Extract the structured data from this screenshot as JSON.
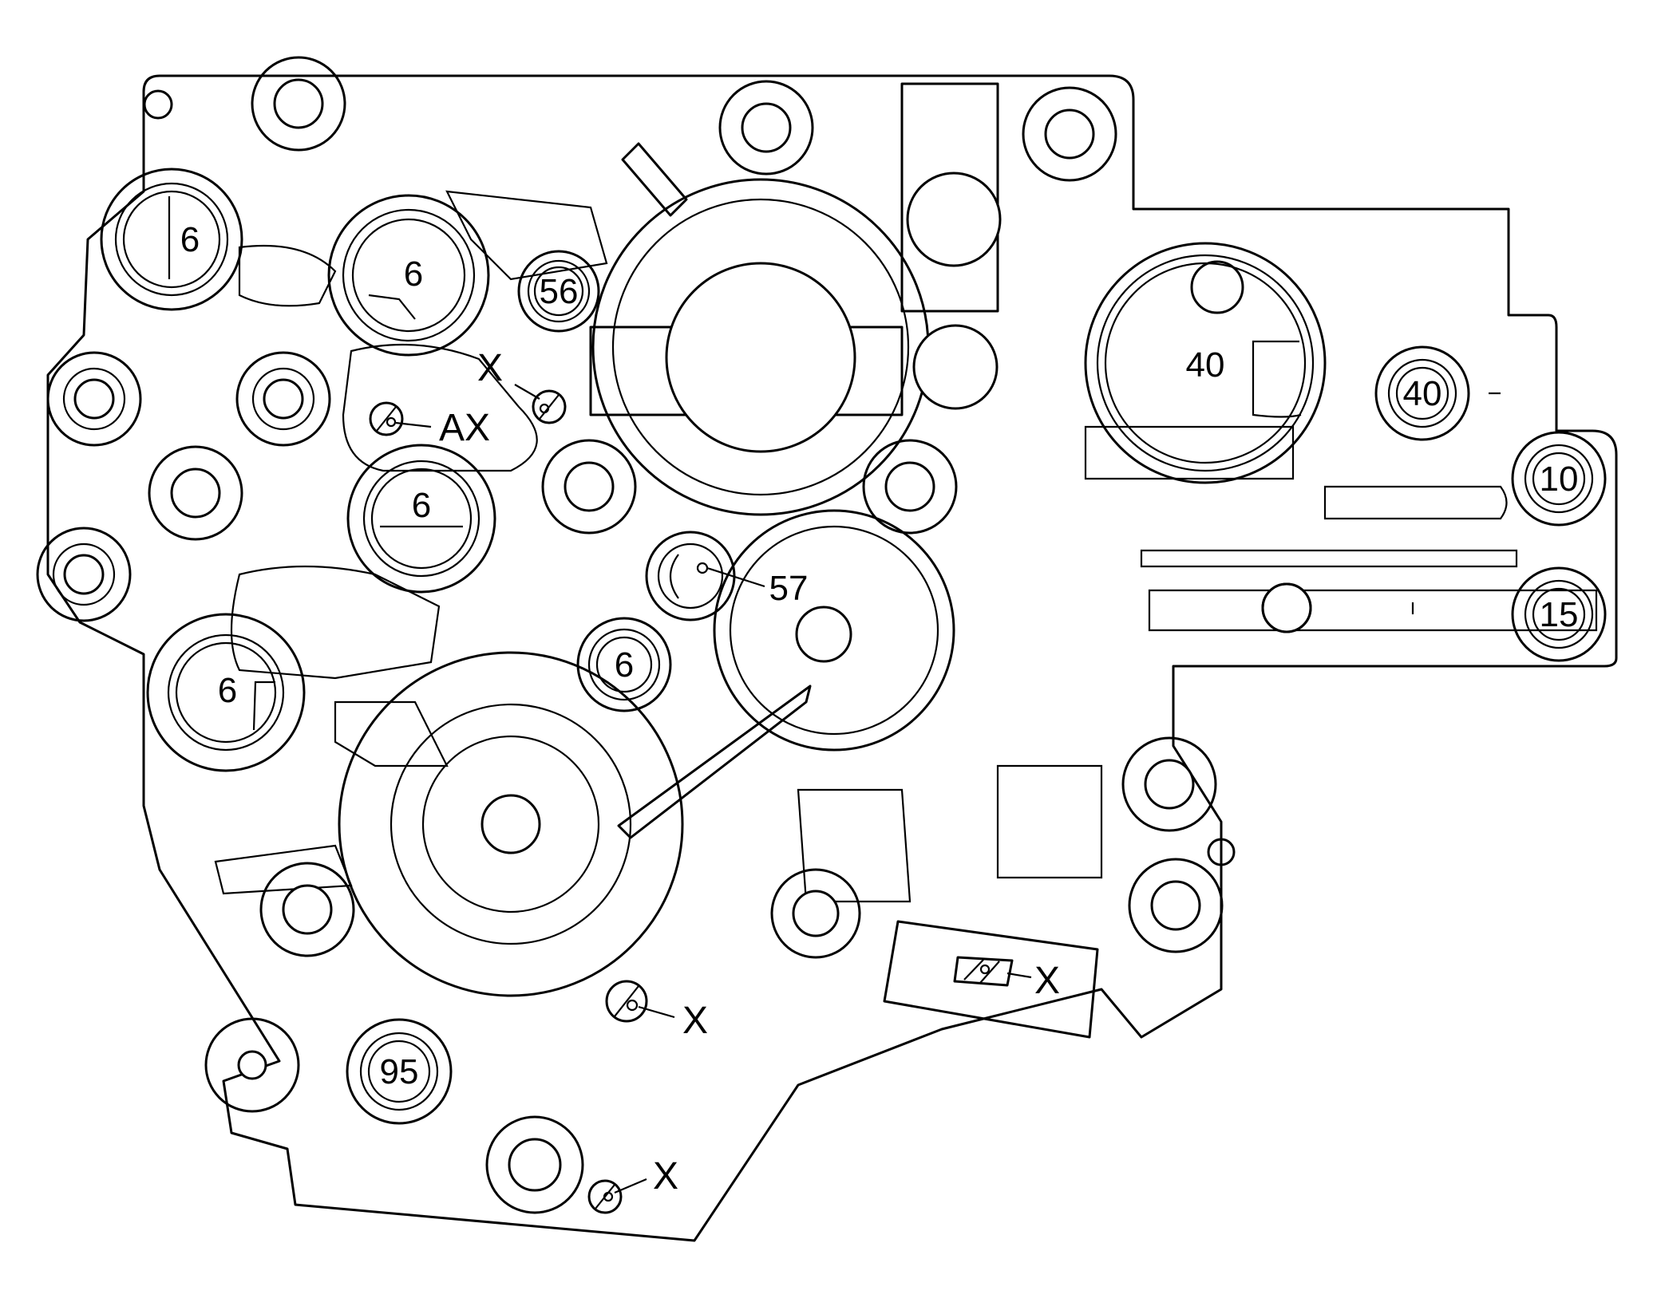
{
  "diagram": {
    "boss_labels": {
      "b1": "6",
      "b2": "6",
      "b3": "56",
      "b4": "6",
      "b5": "57",
      "b6": "6",
      "b7": "6",
      "b8": "40",
      "b9": "40",
      "b10": "10",
      "b11": "15",
      "b12": "95"
    },
    "callouts": {
      "ax": "AX",
      "x_top": "X",
      "x_mid": "X",
      "x_bottom": "X",
      "x_plate": "X"
    }
  }
}
